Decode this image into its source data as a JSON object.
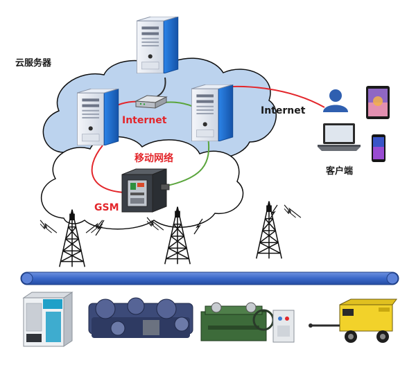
{
  "labels": {
    "cloud_server": "云服务器",
    "internet_center": "Internet",
    "internet_right": "Internet",
    "mobile_network": "移动网络",
    "gsm": "GSM",
    "client": "客户端"
  },
  "colors": {
    "cloud_fill": "#bcd3ee",
    "red_link": "#e3262b",
    "green_link": "#5aa53c",
    "dark_link": "#2a2a2a",
    "bus": "#3a67c8",
    "server_blue": "#1f6fd1",
    "user_blue": "#2f5fb0"
  },
  "icons": [
    "server-icon",
    "router-icon",
    "gateway-device-icon",
    "cell-tower-icon",
    "user-icon",
    "tablet-icon",
    "laptop-icon",
    "smartphone-icon",
    "compressor-icon",
    "machine-icon",
    "portable-compressor-icon"
  ]
}
